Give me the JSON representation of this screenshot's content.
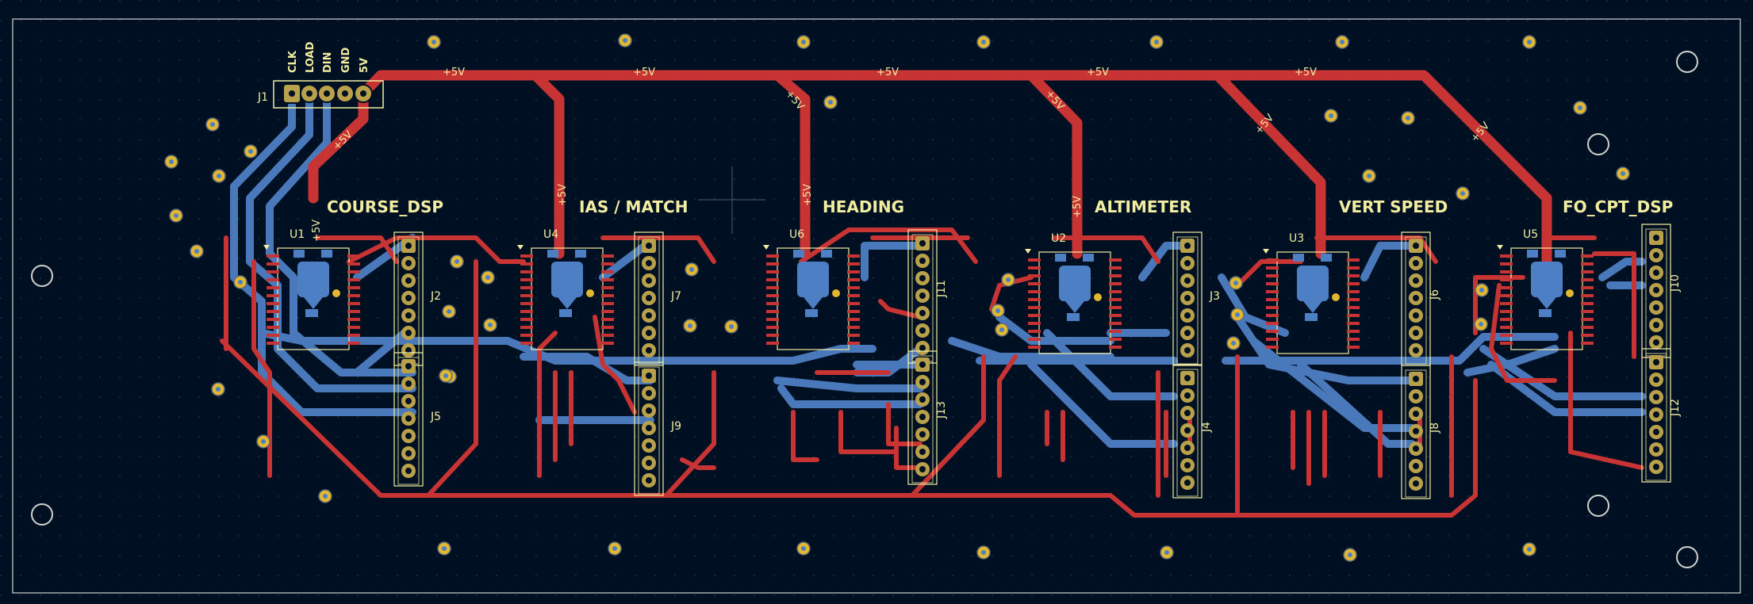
{
  "colors": {
    "background": "#001023",
    "front_copper": "#c83434",
    "back_copper": "#4d7fc4",
    "silkscreen": "#f2eda1",
    "pad": "#c2c200",
    "via": "#e3b72f",
    "outline": "#d0d2cd"
  },
  "header": {
    "ref": "J1",
    "pins": [
      "CLK",
      "LOAD",
      "DIN",
      "GND",
      "5V"
    ]
  },
  "net_label": "+5V",
  "sections": [
    {
      "title": "COURSE_DSP",
      "ic": "U1",
      "connectors": [
        "J2",
        "J5"
      ]
    },
    {
      "title": "IAS / MATCH",
      "ic": "U4",
      "connectors": [
        "J7",
        "J9"
      ]
    },
    {
      "title": "HEADING",
      "ic": "U6",
      "connectors": [
        "J11",
        "J13"
      ]
    },
    {
      "title": "ALTIMETER",
      "ic": "U2",
      "connectors": [
        "J3",
        "J4"
      ]
    },
    {
      "title": "VERT SPEED",
      "ic": "U3",
      "connectors": [
        "J6",
        "J8"
      ]
    },
    {
      "title": "FO_CPT_DSP",
      "ic": "U5",
      "connectors": [
        "J10",
        "J12"
      ]
    }
  ]
}
